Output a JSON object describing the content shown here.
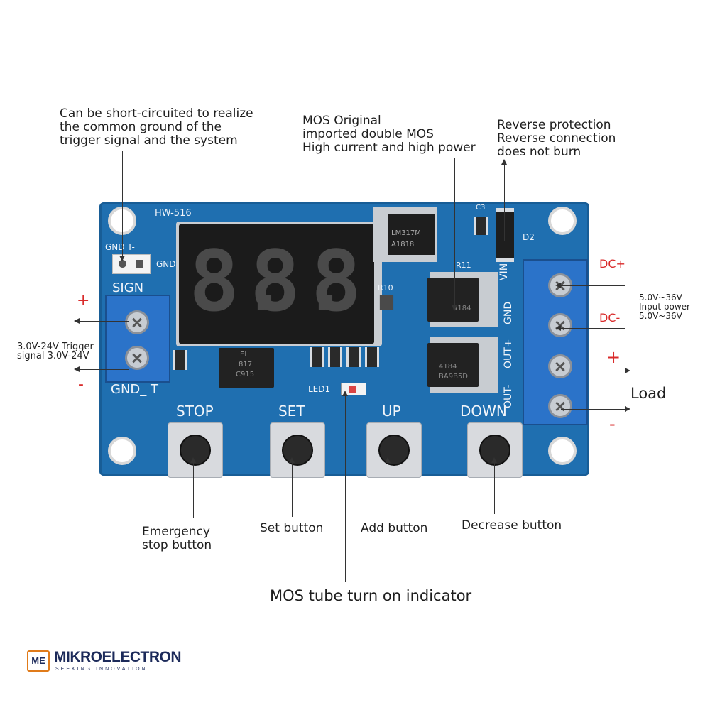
{
  "annotations": {
    "ground_note": [
      "Can be short-circuited to realize",
      "the common ground of the",
      "trigger signal and the system"
    ],
    "mos_note": [
      "MOS Original",
      "imported double MOS",
      "High current and high power"
    ],
    "reverse_note": [
      "Reverse protection",
      "Reverse connection",
      "does not burn"
    ],
    "trigger_note": [
      "3.0V-24V Trigger",
      "signal 3.0V-24V"
    ],
    "input_power_note": [
      "5.0V~36V",
      "Input power",
      "5.0V~36V"
    ],
    "dc_plus": "DC+",
    "dc_minus": "DC-",
    "load_plus": "+",
    "load_minus": "-",
    "load_label": "Load",
    "sign_plus": "+",
    "sign_minus": "-",
    "emergency_stop": [
      "Emergency",
      "stop button"
    ],
    "set_button": "Set button",
    "add_button": "Add button",
    "decrease_button": "Decrease button",
    "mos_indicator": "MOS tube turn on indicator"
  },
  "board": {
    "model": "HW-516",
    "silk_gnd_t": "GND  T-",
    "silk_gnd": "GND",
    "silk_sign": "SIGN",
    "silk_gnd_t2": "GND_ T",
    "silk_vin": "VIN",
    "silk_gnd_r": "GND",
    "silk_out_plus": "OUT+",
    "silk_out_minus": "OUT-",
    "silk_c3": "C3",
    "silk_d2": "D2",
    "silk_r11": "R11",
    "silk_r10": "R10",
    "silk_led1": "LED1",
    "regulator_text": [
      "LM317M",
      "A1818"
    ],
    "opto_text": [
      "EL",
      "817",
      "C915"
    ],
    "mosfet_text_1": "4184",
    "mosfet_text_2": [
      "4184",
      "BA9B5D"
    ],
    "display_digits": [
      "8.",
      "8.",
      "8."
    ],
    "buttons": [
      "STOP",
      "SET",
      "UP",
      "DOWN"
    ]
  },
  "brand": {
    "name": "MIKROELECTRON",
    "tagline": "SEEKING INNOVATION",
    "badge": "ME"
  },
  "colors": {
    "pcb": "#1f6fb0",
    "terminal": "#2b73c9",
    "accent_red": "#d92b2b",
    "brand_orange": "#e07b1a",
    "brand_navy": "#1c2a5a"
  }
}
